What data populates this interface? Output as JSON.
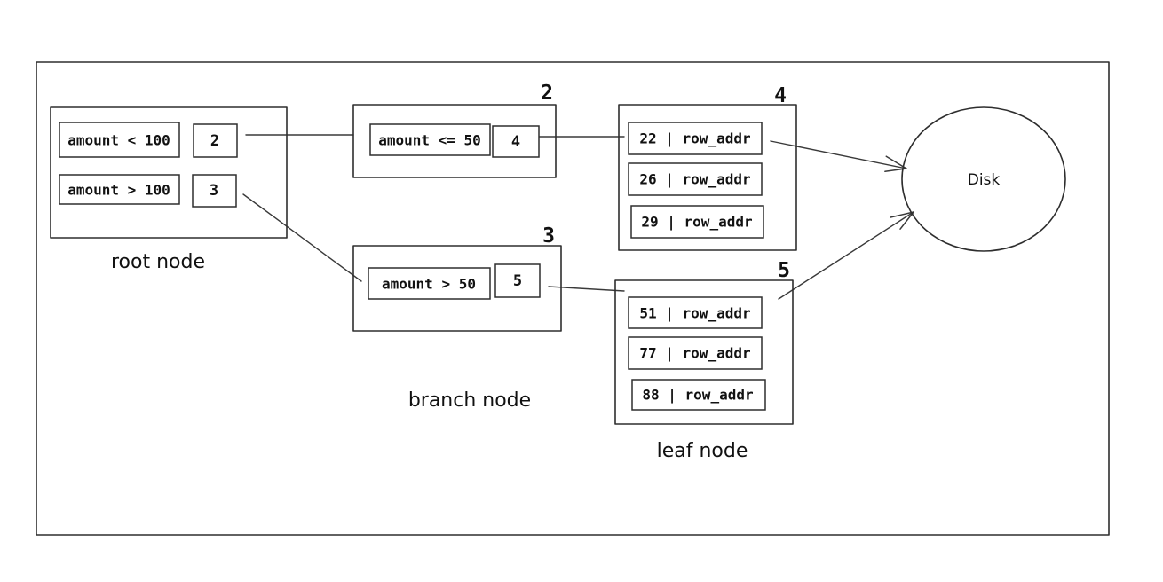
{
  "colors": {
    "stroke": "#2e2e2e",
    "text": "#111111",
    "background": "#ffffff"
  },
  "root_node": {
    "label": "root node",
    "entries": [
      {
        "key": "amount < 100",
        "pointer": "2"
      },
      {
        "key": "amount > 100",
        "pointer": "3"
      }
    ]
  },
  "branch_nodes": {
    "label": "branch node",
    "items": [
      {
        "id": "2",
        "key": "amount <= 50",
        "pointer": "4"
      },
      {
        "id": "3",
        "key": "amount > 50",
        "pointer": "5"
      }
    ]
  },
  "leaf_nodes": {
    "label": "leaf node",
    "items": [
      {
        "id": "4",
        "rows": [
          "22 | row_addr",
          "26 | row_addr",
          "29 | row_addr"
        ]
      },
      {
        "id": "5",
        "rows": [
          "51 | row_addr",
          "77 | row_addr",
          "88 | row_addr"
        ]
      }
    ]
  },
  "disk": {
    "label": "Disk"
  }
}
